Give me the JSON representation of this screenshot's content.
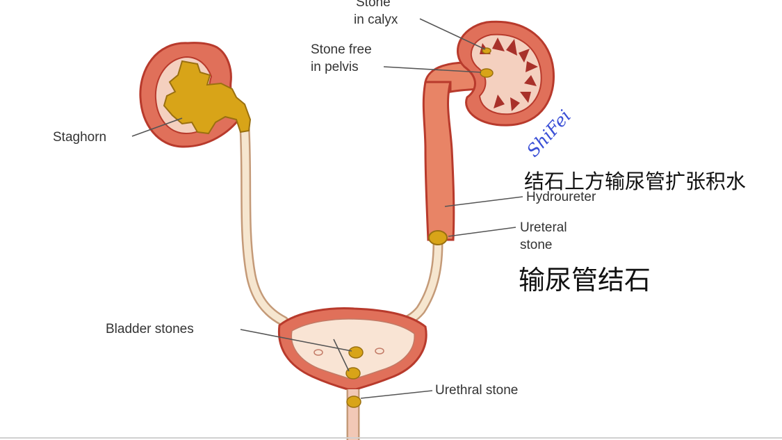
{
  "labels": {
    "stone_in_calyx_line1": "Stone",
    "stone_in_calyx_line2": "in calyx",
    "stone_free_line1": "Stone free",
    "stone_free_line2": "in pelvis",
    "staghorn": "Staghorn",
    "hydroureter": "Hydroureter",
    "ureteral_stone_line1": "Ureteral",
    "ureteral_stone_line2": "stone",
    "bladder_stones": "Bladder stones",
    "urethral_stone": "Urethral stone"
  },
  "annotations_cn": {
    "hydroureter_note": "结石上方输尿管扩张积水",
    "ureteral_stone_note": "输尿管结石"
  },
  "watermark": "ShiFei",
  "colors": {
    "kidney": "#e0705a",
    "kidney_edge": "#b83a2c",
    "medulla": "#a8312a",
    "stone": "#d8a418",
    "stone_edge": "#9a7010",
    "ureter": "#f6e6cf",
    "ureter_edge": "#c49a78",
    "bladder_wall": "#e0705a",
    "bladder_inner": "#f9e4d4",
    "dilated": "#e88466",
    "leader": "#555555",
    "watermark": "#3a4fd6"
  }
}
